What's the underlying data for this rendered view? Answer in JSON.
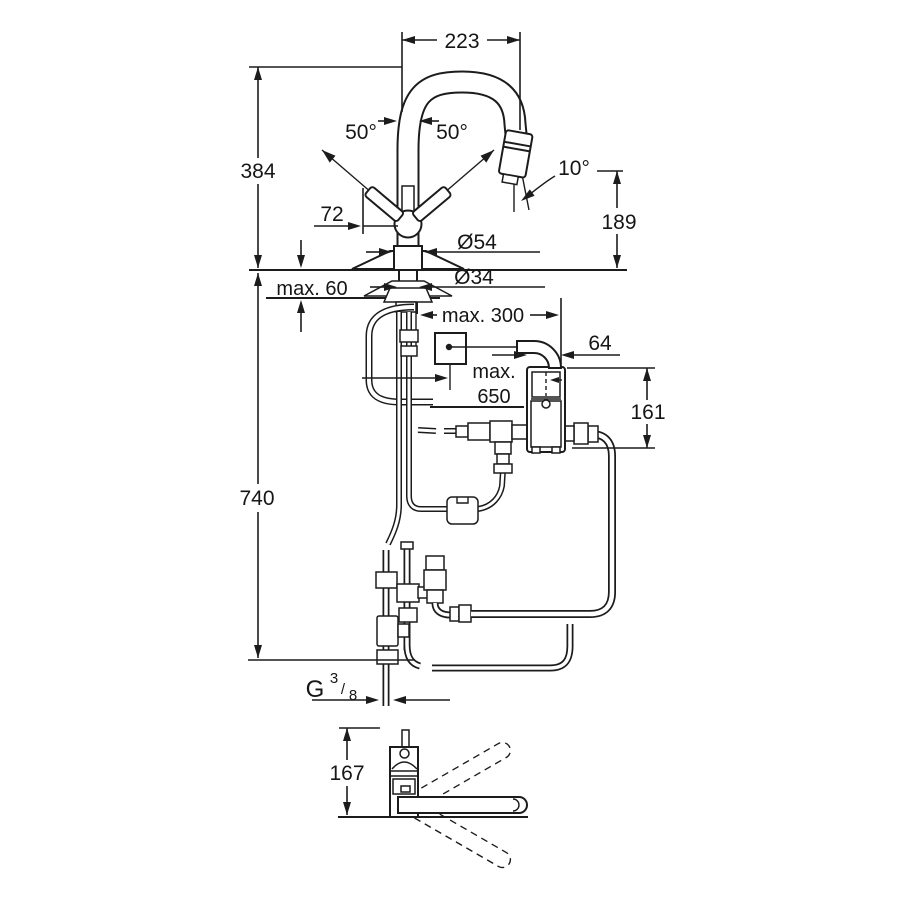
{
  "drawing": {
    "labels": {
      "spout_reach": "223",
      "height_above_deck": "384",
      "swivel_left": "50°",
      "swivel_right": "50°",
      "lever_projection": "72",
      "spray_angle": "10°",
      "outlet_height": "189",
      "base_diameter": "Ø54",
      "shank_diameter": "Ø34",
      "deck_thickness": "max. 60",
      "hose_to_box": "max. 300",
      "box_offset": "64",
      "cable_length_line1": "max.",
      "cable_length_line2": "650",
      "box_height": "161",
      "below_deck_height": "740",
      "thread_g": "G",
      "thread_numerator": "3",
      "thread_slash": "/",
      "thread_denominator": "8",
      "spout_plan_height": "167"
    },
    "colors": {
      "ink": "#1c1c1c",
      "paper": "#ffffff"
    }
  }
}
